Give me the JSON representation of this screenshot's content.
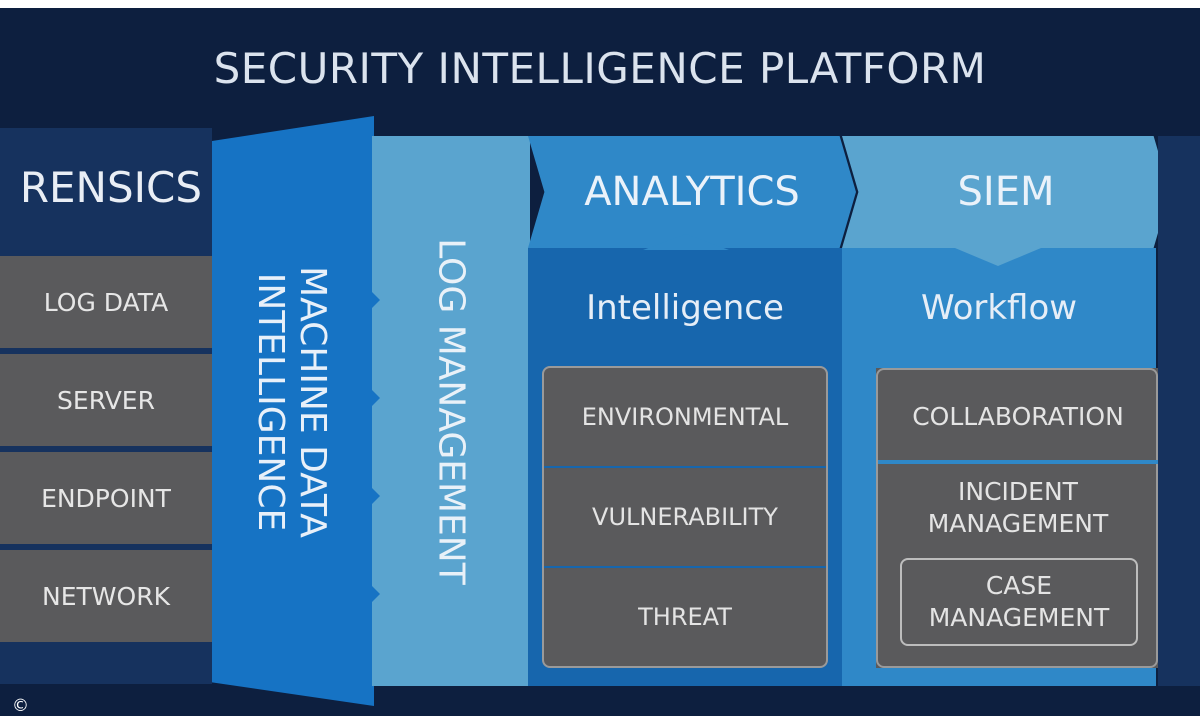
{
  "title": "SECURITY INTELLIGENCE PLATFORM",
  "forensics": {
    "title": "RENSICS",
    "items": [
      "LOG DATA",
      "SERVER",
      "ENDPOINT",
      "NETWORK"
    ]
  },
  "machine_data": {
    "line1": "MACHINE DATA",
    "line2": "INTELLIGENCE"
  },
  "log_management": "LOG MANAGEMENT",
  "analytics": {
    "title": "ANALYTICS",
    "subtitle": "Intelligence",
    "items": [
      "ENVIRONMENTAL",
      "VULNERABILITY",
      "THREAT"
    ]
  },
  "siem": {
    "title": "SIEM",
    "subtitle": "Workflow",
    "collaboration": "COLLABORATION",
    "incident_line1": "INCIDENT",
    "incident_line2": "MANAGEMENT",
    "case_line1": "CASE",
    "case_line2": "MANAGEMENT"
  },
  "copyright": "©",
  "colors": {
    "navy": "#0d1f3f",
    "dark_blue": "#16325e",
    "medium_blue": "#1673c4",
    "light_blue": "#5aa4cf",
    "gray": "#5a5a5c"
  }
}
